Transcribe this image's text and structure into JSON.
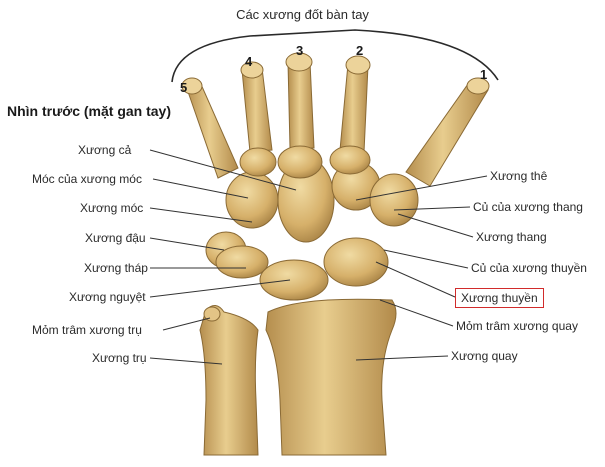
{
  "title": "Các xương đốt bàn tay",
  "view_label": "Nhìn trước (mặt gan tay)",
  "metacarpal_numbers": [
    "5",
    "4",
    "3",
    "2",
    "1"
  ],
  "labels_left": [
    "Xương cả",
    "Móc của xương móc",
    "Xương móc",
    "Xương đậu",
    "Xương tháp",
    "Xương nguyệt",
    "Mỏm trâm xương trụ",
    "Xương trụ"
  ],
  "labels_right": [
    "Xương thê",
    "Củ của xương thang",
    "Xương thang",
    "Củ của xương thuyền",
    "Xương thuyền",
    "Mỏm trâm xương quay",
    "Xương quay"
  ],
  "highlighted_label": "Xương thuyền",
  "colors": {
    "bone_fill": "#d9b672",
    "bone_shadow": "#a9854a",
    "bone_light": "#f1dca6",
    "leader": "#333333",
    "highlight_border": "#d12b2b"
  }
}
